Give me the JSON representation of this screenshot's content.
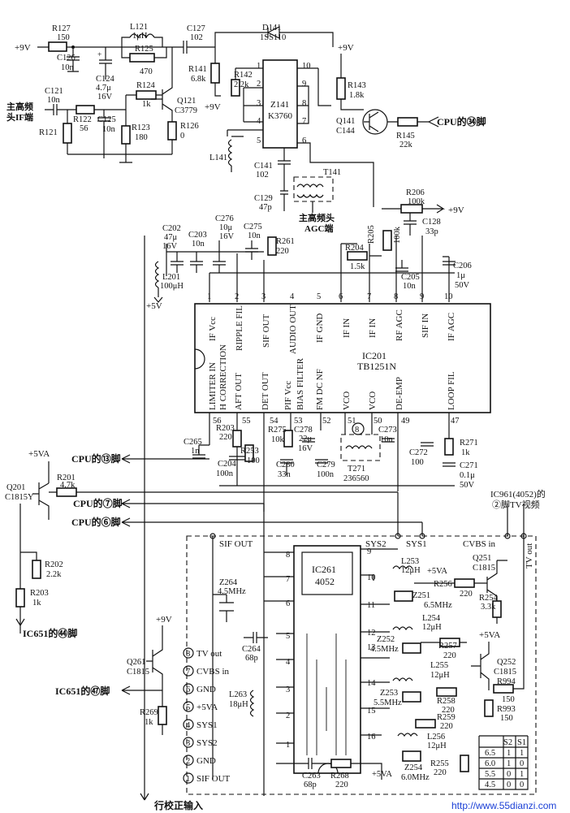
{
  "sources": {
    "plus9v_top": "+9V",
    "plus9v_r141": "+9V",
    "plus9v_right": "+9V",
    "plus9v_r206": "+9V",
    "plus9v_q261": "+9V",
    "plus5v": "+5V",
    "plus5va_q201": "+5VA",
    "plus5va_q252": "+5VA"
  },
  "signals": {
    "if_in_line1": "主高频",
    "if_in_line2": "头IF端",
    "agc_line1": "主高频头",
    "agc_line2": "AGC端",
    "cpu34": "CPU的㉞脚",
    "cpu13": "CPU的⑬脚",
    "cpu7": "CPU的⑦脚",
    "cpu6": "CPU的⑥脚",
    "ic651_44": "IC651的㊹脚",
    "ic651_47": "IC651的㊼脚",
    "ic961_line1": "IC961(4052)的",
    "ic961_line2": "②脚TV视频",
    "hsync_in": "行校正输入"
  },
  "components": {
    "R127": [
      "R127",
      "150"
    ],
    "C126": [
      "C126",
      "10n"
    ],
    "L121": [
      "L121",
      "1μH"
    ],
    "C127": [
      "C127",
      "102"
    ],
    "D141": [
      "D141",
      "1SS110"
    ],
    "R125": [
      "R125",
      "470"
    ],
    "C124": [
      "C124",
      "4.7μ",
      "16V"
    ],
    "R124": [
      "R124",
      "1k"
    ],
    "Q121": [
      "Q121",
      "C3779"
    ],
    "C121": [
      "C121",
      "10n"
    ],
    "R122": [
      "R122",
      "56"
    ],
    "C125": [
      "C125",
      "10n"
    ],
    "R121": [
      "R121"
    ],
    "R123": [
      "R123",
      "180"
    ],
    "R126": [
      "R126",
      "0"
    ],
    "R141": [
      "R141",
      "6.8k"
    ],
    "R142": [
      "R142",
      "2.2k"
    ],
    "Z141": [
      "Z141",
      "K3760"
    ],
    "R143": [
      "R143",
      "1.8k"
    ],
    "Q141": [
      "Q141",
      "C144"
    ],
    "R145": [
      "R145",
      "22k"
    ],
    "L141": [
      "L141"
    ],
    "C141": [
      "C141",
      "102"
    ],
    "T141": [
      "T141"
    ],
    "C129": [
      "C129",
      "47p"
    ],
    "R206": [
      "R206",
      "100k"
    ],
    "C128": [
      "C128",
      "33p"
    ],
    "C202": [
      "C202",
      "47μ",
      "16V"
    ],
    "C203": [
      "C203",
      "10n"
    ],
    "C276": [
      "C276",
      "10μ",
      "16V"
    ],
    "C275": [
      "C275",
      "10n"
    ],
    "R261": [
      "R261",
      "220"
    ],
    "L201": [
      "L201",
      "100μH"
    ],
    "R204": [
      "R204",
      "1.5k"
    ],
    "R205": [
      "R205",
      "100k"
    ],
    "C205": [
      "C205",
      "10n"
    ],
    "C206": [
      "C206",
      "1μ",
      "50V"
    ],
    "R203b": [
      "R203",
      "220"
    ],
    "C265": [
      "C265",
      "1n"
    ],
    "C204": [
      "C204",
      "100n"
    ],
    "R253": [
      "R253",
      "100"
    ],
    "R275": [
      "R275",
      "10k"
    ],
    "C278": [
      "C278",
      "22μ",
      "16V"
    ],
    "C280": [
      "C280",
      "33n"
    ],
    "C279": [
      "C279",
      "100n"
    ],
    "T271": [
      "T271",
      "236560"
    ],
    "C273": [
      "C273",
      "10n"
    ],
    "C272": [
      "C272",
      "100"
    ],
    "R271": [
      "R271",
      "1k"
    ],
    "C271": [
      "C271",
      "0.1μ",
      "50V"
    ],
    "Q201": [
      "Q201",
      "C1815Y"
    ],
    "R201": [
      "R201",
      "4.7k"
    ],
    "R202": [
      "R202",
      "2.2k"
    ],
    "R203": [
      "R203",
      "1k"
    ],
    "Q261": [
      "Q261",
      "C1815"
    ],
    "R269": [
      "R269",
      "1k"
    ],
    "Z264": [
      "Z264",
      "4.5MHz"
    ],
    "C264": [
      "C264",
      "68p"
    ],
    "L263": [
      "L263",
      "18μH"
    ],
    "C263": [
      "C263",
      "68p"
    ],
    "R268": [
      "R268",
      "220"
    ],
    "IC261": [
      "IC261",
      "4052"
    ],
    "L253": [
      "L253",
      "12μH"
    ],
    "R256": [
      "R256",
      "220"
    ],
    "Z251": [
      "Z251",
      "6.5MHz"
    ],
    "Q251": [
      "Q251",
      "C1815"
    ],
    "R254": [
      "R254",
      "3.3k"
    ],
    "L254": [
      "L254",
      "12μH"
    ],
    "Z252": [
      "Z252",
      "4.5MHz"
    ],
    "R257": [
      "R257",
      "220"
    ],
    "Q252": [
      "Q252",
      "C1815"
    ],
    "L255": [
      "L255",
      "12μH"
    ],
    "Z253": [
      "Z253",
      "5.5MHz"
    ],
    "R258": [
      "R258",
      "220"
    ],
    "R994": [
      "R994",
      "150"
    ],
    "R993": [
      "R993",
      "150"
    ],
    "R259": [
      "R259",
      "220"
    ],
    "L256": [
      "L256",
      "12μH"
    ],
    "R255": [
      "R255",
      "220"
    ],
    "Z254": [
      "Z254",
      "6.0MHz"
    ]
  },
  "ic201": {
    "name": "IC201",
    "part": "TB1251N",
    "top_pins": [
      "1",
      "2",
      "3",
      "4",
      "5",
      "6",
      "7",
      "8",
      "9",
      "10"
    ],
    "top_labels": [
      "IF Vcc",
      "RIPPLE FIL",
      "SIF OUT",
      "AUDIO OUT",
      "IF GND",
      "IF IN",
      "IF IN",
      "RF AGC",
      "SIF IN",
      "IF AGC"
    ],
    "bottom_pins": [
      "56",
      "55",
      "54",
      "53",
      "52",
      "51",
      "50",
      "49",
      "",
      "47"
    ],
    "bottom_labels_1": [
      "LIMITER IN",
      "",
      "",
      "",
      "",
      "",
      "",
      "",
      "",
      ""
    ],
    "bottom_labels_2": [
      "H CORRECTION",
      "AFT OUT",
      "DET OUT",
      "PIF Vcc",
      "FM DC NF",
      "VCO",
      "VCO",
      "DE-EMP",
      "",
      "LOOP FIL"
    ],
    "bias_label": "BIAS FILTER",
    "pin8_circle": "8"
  },
  "z141_pins": [
    "1",
    "2",
    "3",
    "4",
    "5",
    "6",
    "7",
    "8",
    "9",
    "10"
  ],
  "ic261_pins": {
    "left": [
      "8",
      "7",
      "6",
      "5",
      "4",
      "3",
      "2",
      "1"
    ],
    "right": [
      "9",
      "10",
      "11",
      "12",
      "13",
      "14",
      "15",
      "16"
    ]
  },
  "bus": {
    "sif_out": "SIF OUT",
    "sys2": "SYS2",
    "sys1": "SYS1",
    "cvbs_in": "CVBS in",
    "tv_out": "TV out"
  },
  "connector": [
    {
      "pin": "8",
      "label": "TV out"
    },
    {
      "pin": "7",
      "label": "CVBS in"
    },
    {
      "pin": "6",
      "label": "GND"
    },
    {
      "pin": "5",
      "label": "+5VA"
    },
    {
      "pin": "4",
      "label": "SYS1"
    },
    {
      "pin": "3",
      "label": "SYS2"
    },
    {
      "pin": "2",
      "label": "GND"
    },
    {
      "pin": "1",
      "label": "SIF OUT"
    }
  ],
  "truth_table": {
    "headers": [
      "",
      "S2",
      "S1"
    ],
    "rows": [
      [
        "6.5",
        "1",
        "1"
      ],
      [
        "6.0",
        "1",
        "0"
      ],
      [
        "5.5",
        "0",
        "1"
      ],
      [
        "4.5",
        "0",
        "0"
      ]
    ]
  },
  "watermark": "http://www.55dianzi.com"
}
